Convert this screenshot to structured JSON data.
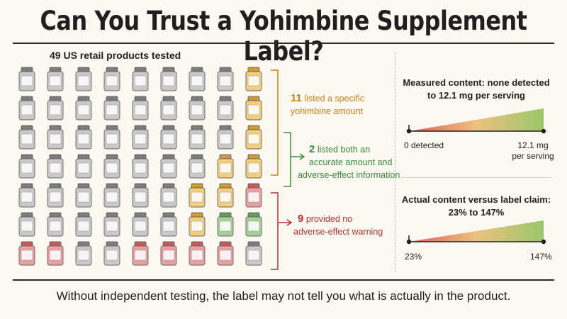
{
  "title": "Can You Trust a Yohimbine Supplement Label?",
  "grid": {
    "heading": "49 US retail products tested",
    "rows": [
      [
        "gray",
        "gray",
        "gray",
        "gray",
        "gray",
        "gray",
        "gray",
        "gray",
        "orange"
      ],
      [
        "gray",
        "gray",
        "gray",
        "gray",
        "gray",
        "gray",
        "gray",
        "gray",
        "orange"
      ],
      [
        "gray",
        "gray",
        "gray",
        "gray",
        "gray",
        "gray",
        "gray",
        "gray",
        "orange"
      ],
      [
        "gray",
        "gray",
        "gray",
        "gray",
        "gray",
        "gray",
        "gray",
        "orange",
        "orange"
      ],
      [
        "gray",
        "gray",
        "gray",
        "gray",
        "gray",
        "gray",
        "orange",
        "orange",
        "red"
      ],
      [
        "gray",
        "gray",
        "gray",
        "gray",
        "gray",
        "gray",
        "orange",
        "green",
        "green"
      ],
      [
        "red",
        "red",
        "gray",
        "gray",
        "red",
        "red",
        "red",
        "red",
        "gray"
      ]
    ]
  },
  "colors": {
    "gray": "#c9c9c9",
    "orange": "#f3cf7d",
    "green": "#a9cf9b",
    "red": "#e9a0a0",
    "orange_text": "#c8811f",
    "green_text": "#3c8a3c",
    "red_text": "#b8322f"
  },
  "annotations": {
    "listed_amount": {
      "count": "11",
      "line1": "listed a specific",
      "line2": "yohimbine amount"
    },
    "accurate_both": {
      "count": "2",
      "line1": "listed both an",
      "line2": "accurate amount and",
      "line3": "adverse-effect information"
    },
    "no_warning": {
      "count": "9",
      "line1": "provided no",
      "line2": "adverse-effect warning"
    }
  },
  "measured": {
    "title_line1": "Measured content: none detected",
    "title_line2": "to 12.1 mg per serving",
    "min_label": "0 detected",
    "max_label_line1": "12.1 mg",
    "max_label_line2": "per serving"
  },
  "claim": {
    "title_line1": "Actual content versus label claim:",
    "title_line2": "23% to 147%",
    "min_label": "23%",
    "max_label": "147%"
  },
  "footer": "Without independent testing, the label may not tell you what is actually in the product."
}
